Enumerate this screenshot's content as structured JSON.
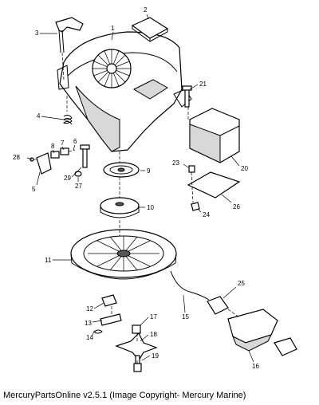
{
  "caption": "MercuryPartsOnline v2.5.1 (Image Copyright- Mercury Marine)",
  "callouts": {
    "c1": "1",
    "c2": "2",
    "c3": "3",
    "c4": "4",
    "c5": "5",
    "c6": "6",
    "c7": "7",
    "c8": "8",
    "c9": "9",
    "c10": "10",
    "c11": "11",
    "c12": "12",
    "c13": "13",
    "c14": "14",
    "c15": "15",
    "c16": "16",
    "c17": "17",
    "c18": "18",
    "c19": "19",
    "c20": "20",
    "c21": "21",
    "c23": "23",
    "c24": "24",
    "c25": "25",
    "c26": "26",
    "c27": "27",
    "c28": "28",
    "c29": "29"
  }
}
